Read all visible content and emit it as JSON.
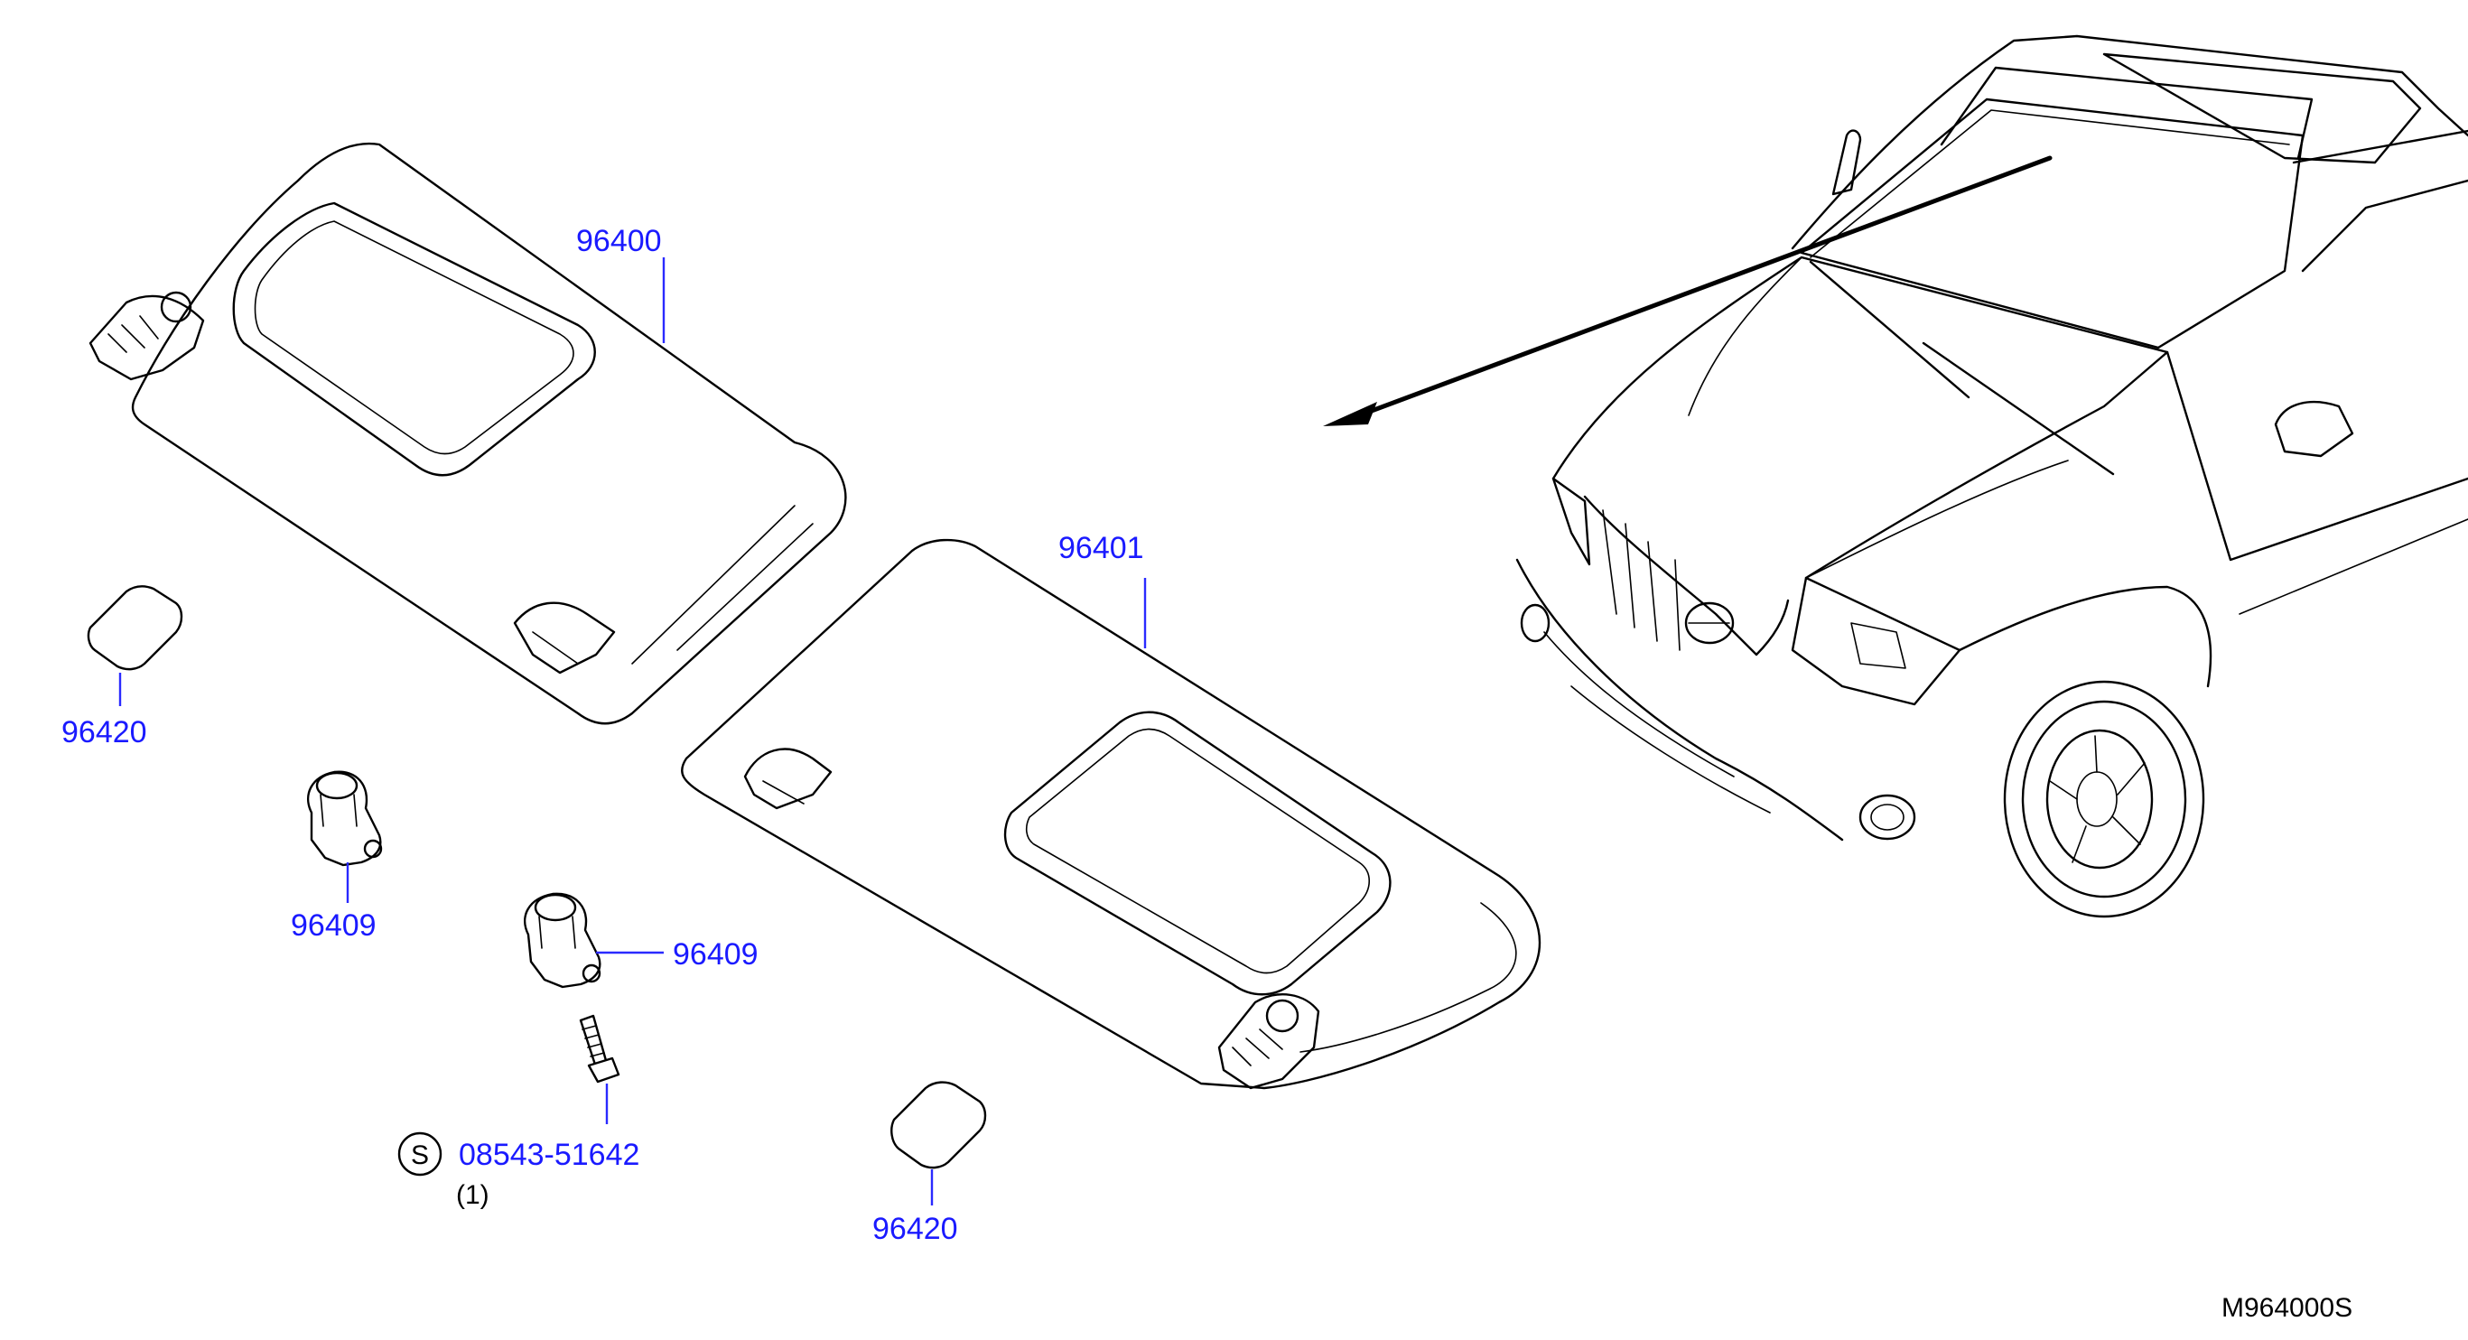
{
  "diagram": {
    "callouts": {
      "visor_upper": "96400",
      "visor_lower": "96401",
      "cover_left": "96420",
      "cover_bottom": "96420",
      "holder_left": "96409",
      "holder_mid": "96409",
      "screw": "08543-51642",
      "screw_qty": "(1)",
      "screw_symbol": "S"
    },
    "figure_code": "M964000S"
  }
}
